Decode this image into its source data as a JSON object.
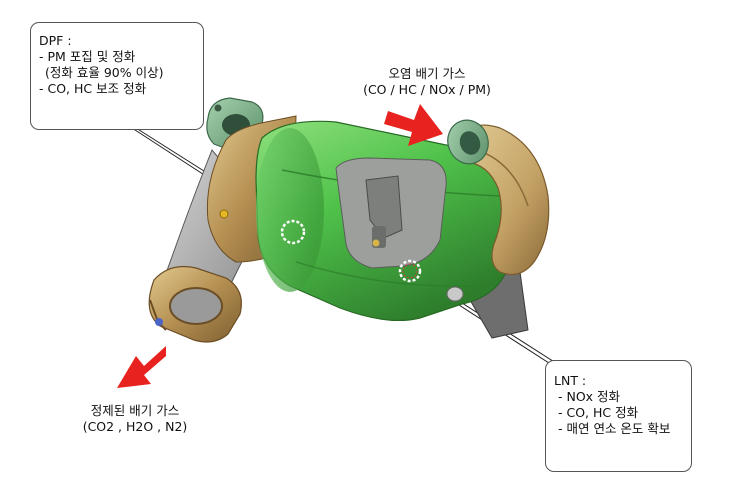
{
  "dpf_callout": {
    "title": "DPF :",
    "lines": [
      "- PM 포집 및 정화",
      "(정화 효율 90% 이상)",
      "- CO, HC 보조 정화"
    ]
  },
  "lnt_callout": {
    "title": "LNT :",
    "lines": [
      "- NOx 정화",
      "- CO, HC 정화",
      "- 매연 연소 온도 확보"
    ]
  },
  "inflow": {
    "label": "오염 배기 가스",
    "species": "(CO / HC / NOx / PM)"
  },
  "outflow": {
    "label": "정제된 배기 가스",
    "species": "(CO2 , H2O , N2)"
  },
  "colors": {
    "housing_green": "#4fc24a",
    "flange_green": "#6fa77e",
    "bronze_pipe": "#b58f52",
    "arrow_red": "#e8231f",
    "marker_ring": "#ffffff"
  }
}
